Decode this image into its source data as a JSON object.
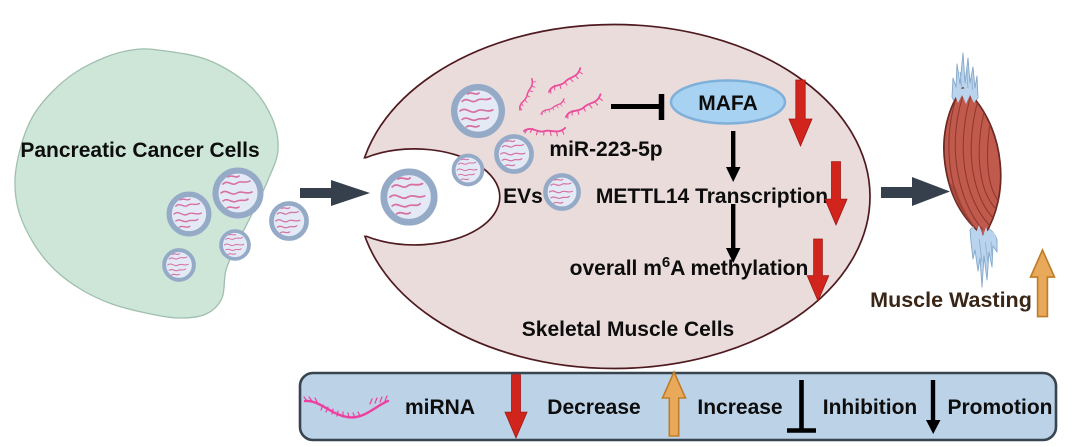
{
  "figure": {
    "pancreatic_label": "Pancreatic Cancer Cells",
    "evs_label": "EVs",
    "mirna_label": "miR-223-5p",
    "mafa_label": "MAFA",
    "mettl14_label": "METTL14 Transcription",
    "methylation": {
      "prefix": "overall m",
      "sup": "6",
      "suffix": "A methylation"
    },
    "skeletal_label": "Skeletal Muscle Cells",
    "muscle_wasting_label": "Muscle Wasting"
  },
  "legend": {
    "items": [
      {
        "icon": "mirna-squiggle",
        "label": "miRNA"
      },
      {
        "icon": "red-down-arrow",
        "label": "Decrease"
      },
      {
        "icon": "orange-up-arrow",
        "label": "Increase"
      },
      {
        "icon": "inhibition-tbar",
        "label": "Inhibition"
      },
      {
        "icon": "black-down-arrow",
        "label": "Promotion"
      }
    ]
  },
  "colors": {
    "cancer_cell_fill": "#cde6d8",
    "muscle_cell_fill": "#e9dcdb",
    "muscle_cell_stroke": "#4f1a1f",
    "vesicle_ring": "#94aac7",
    "vesicle_inner": "#e9edf6",
    "mirna_pink": "#ea4f9b",
    "mafa_fill": "#a7d2f1",
    "dark_arrow": "#36404d",
    "red_arrow": "#d0241c",
    "orange_arrow": "#e9a95b",
    "legend_fill": "#bcd2e7",
    "muscle_red": "#c05a4d",
    "tendon_blue": "#b6d2ea"
  }
}
